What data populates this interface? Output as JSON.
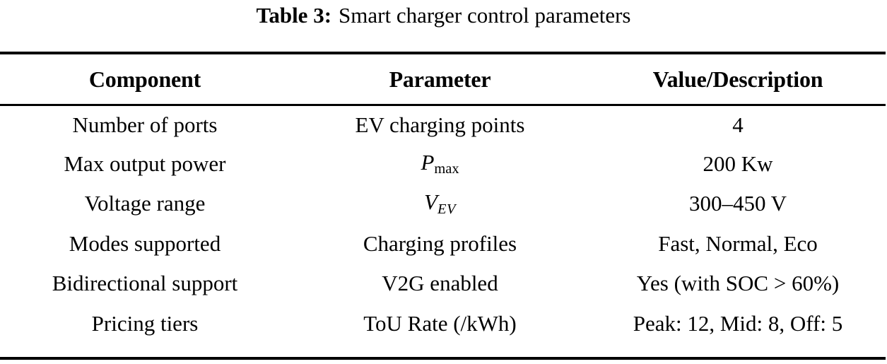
{
  "caption": {
    "label": "Table 3:",
    "text": "Smart charger control parameters"
  },
  "table": {
    "headers": [
      "Component",
      "Parameter",
      "Value/Description"
    ],
    "rows": [
      {
        "component": "Number of ports",
        "parameter": "EV charging points",
        "parameter_is_math": false,
        "value": "4"
      },
      {
        "component": "Max output power",
        "parameter": "Pmax",
        "parameter_is_math": true,
        "parameter_var": "P",
        "parameter_sub": "max",
        "parameter_sub_italic": false,
        "value": "200 Kw"
      },
      {
        "component": "Voltage range",
        "parameter": "VEV",
        "parameter_is_math": true,
        "parameter_var": "V",
        "parameter_sub": "EV",
        "parameter_sub_italic": true,
        "value": "300–450 V"
      },
      {
        "component": "Modes supported",
        "parameter": "Charging profiles",
        "parameter_is_math": false,
        "value": "Fast, Normal, Eco"
      },
      {
        "component": "Bidirectional support",
        "parameter": "V2G enabled",
        "parameter_is_math": false,
        "value": "Yes (with SOC > 60%)"
      },
      {
        "component": "Pricing tiers",
        "parameter": "ToU Rate (/kWh)",
        "parameter_is_math": false,
        "value": "Peak: 12, Mid: 8, Off: 5"
      }
    ]
  },
  "colors": {
    "text": "#000000",
    "background": "#ffffff",
    "rule": "#000000"
  }
}
